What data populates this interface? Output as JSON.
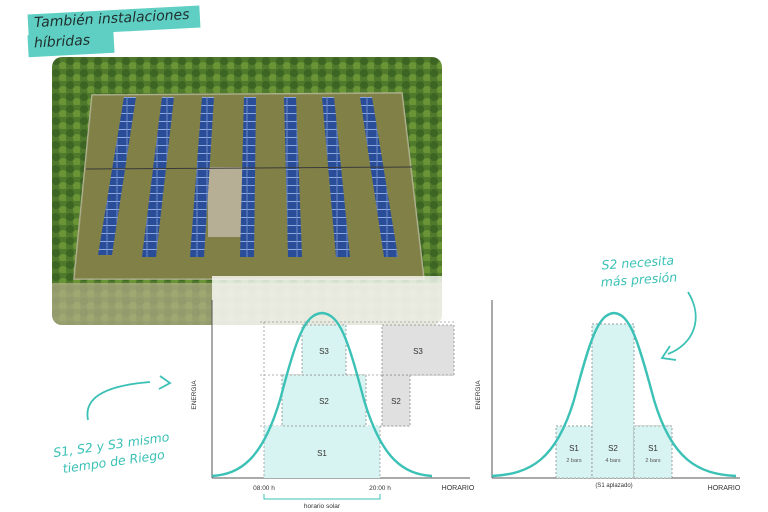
{
  "tag": {
    "line1": "También instalaciones",
    "line2": "híbridas"
  },
  "left_chart": {
    "y_label": "ENERGIA",
    "x_label": "HORARIO",
    "tick_start": "08:00 h",
    "tick_end": "20:00 h",
    "bracket_label": "horario solar",
    "blocks": [
      {
        "label": "S1"
      },
      {
        "label": "S2"
      },
      {
        "label": "S3"
      },
      {
        "label": "S2"
      },
      {
        "label": "S3"
      }
    ]
  },
  "right_chart": {
    "y_label": "ENERGIA",
    "x_label": "HORARIO",
    "below_label": "(S1 aplazado)",
    "blocks": [
      {
        "label": "S1",
        "sub": "2 bars"
      },
      {
        "label": "S2",
        "sub": "4 bars"
      },
      {
        "label": "S1",
        "sub": "2 bars"
      }
    ]
  },
  "notes": {
    "left": [
      "S1, S2 y S3 mismo",
      "tiempo de Riego"
    ],
    "right": [
      "S2 necesita",
      "más presión"
    ]
  },
  "colors": {
    "accent": "#3cc1b6",
    "block_fill": "#d8f4f2",
    "gray_block": "#e0e0e0"
  }
}
